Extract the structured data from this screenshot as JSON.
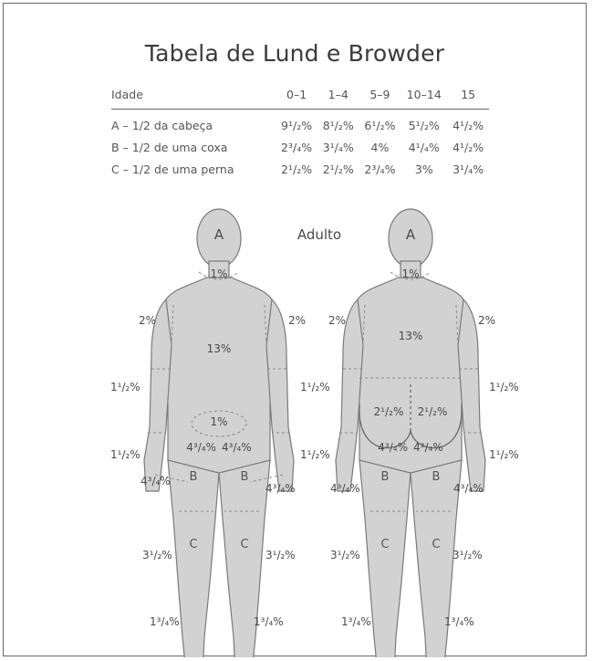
{
  "title": "Tabela de Lund e Browder",
  "table": {
    "header": [
      "Idade",
      "0–1",
      "1–4",
      "5–9",
      "10–14",
      "15"
    ],
    "rows": [
      [
        "A – 1/2 da cabeça",
        "9¹/₂%",
        "8¹/₂%",
        "6¹/₂%",
        "5¹/₂%",
        "4¹/₂%"
      ],
      [
        "B – 1/2 de uma coxa",
        "2³/₄%",
        "3¹/₄%",
        "4%",
        "4¹/₄%",
        "4¹/₂%"
      ],
      [
        "C – 1/2 de uma perna",
        "2¹/₂%",
        "2¹/₂%",
        "2³/₄%",
        "3%",
        "3¹/₄%"
      ]
    ]
  },
  "figure_caption": "Adulto",
  "front": {
    "head": "A",
    "neck": "1%",
    "trunk": "13%",
    "genital": "1%",
    "upper_arm_left": "2%",
    "upper_arm_right": "2%",
    "forearm_left": "1¹/₂%",
    "forearm_right": "1¹/₂%",
    "hand_left": "1¹/₂%",
    "hand_right": "1¹/₂%",
    "thigh_top_left": "4³/₄%",
    "thigh_top_right": "4³/₄%",
    "thigh_left_zone": "B",
    "thigh_right_zone": "B",
    "thigh_side_left": "4³/₄%",
    "thigh_side_right": "4³/₄%",
    "leg_left_zone": "C",
    "leg_right_zone": "C",
    "leg_side_left": "3¹/₂%",
    "leg_side_right": "3¹/₂%",
    "foot_left": "1³/₄%",
    "foot_right": "1³/₄%"
  },
  "back": {
    "head": "A",
    "neck": "1%",
    "trunk": "13%",
    "buttock_left": "2¹/₂%",
    "buttock_right": "2¹/₂%",
    "upper_arm_left": "2%",
    "upper_arm_right": "2%",
    "forearm_right": "1¹/₂%",
    "hand_right": "1¹/₂%",
    "thigh_top_left": "4³/₄%",
    "thigh_top_right": "4³/₄%",
    "thigh_left_zone": "B",
    "thigh_right_zone": "B",
    "thigh_side_left": "4³/₄%",
    "thigh_side_right": "4³/₄%",
    "leg_left_zone": "C",
    "leg_right_zone": "C",
    "leg_side_left": "3¹/₂%",
    "leg_side_right": "3¹/₂%",
    "foot_left": "1³/₄%",
    "foot_right": "1³/₄%"
  },
  "colors": {
    "body_fill": "#d2d2d2",
    "outline": "#7a7a7a"
  }
}
